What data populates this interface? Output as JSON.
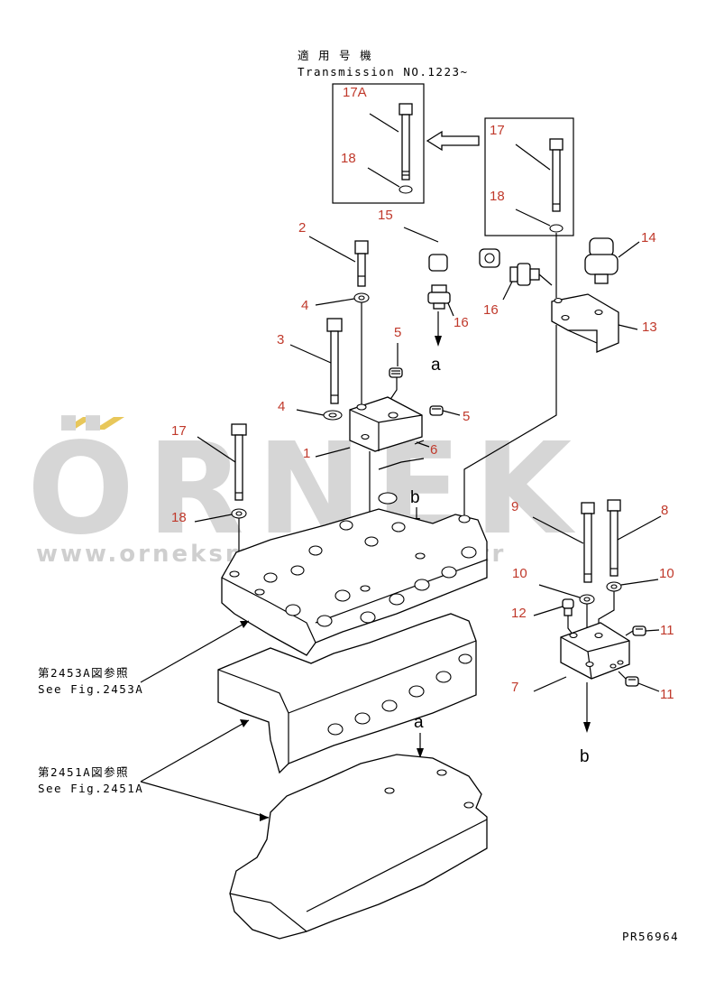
{
  "applicability": {
    "title_jp": "適 用 号 機",
    "title_en": "Transmission NO.1223~"
  },
  "callouts": [
    {
      "id": "17A"
    },
    {
      "id": "18"
    },
    {
      "id": "17"
    },
    {
      "id": "18"
    },
    {
      "id": "15"
    },
    {
      "id": "2"
    },
    {
      "id": "14"
    },
    {
      "id": "4"
    },
    {
      "id": "16"
    },
    {
      "id": "16"
    },
    {
      "id": "13"
    },
    {
      "id": "3"
    },
    {
      "id": "5"
    },
    {
      "id": "4"
    },
    {
      "id": "5"
    },
    {
      "id": "1"
    },
    {
      "id": "6"
    },
    {
      "id": "17"
    },
    {
      "id": "18"
    },
    {
      "id": "9"
    },
    {
      "id": "8"
    },
    {
      "id": "10"
    },
    {
      "id": "10"
    },
    {
      "id": "12"
    },
    {
      "id": "11"
    },
    {
      "id": "7"
    },
    {
      "id": "11"
    }
  ],
  "flow_labels": {
    "a_top": "a",
    "b_top": "b",
    "a_bottom": "a",
    "b_bottom": "b"
  },
  "references": [
    {
      "jp": "第2453A図参照",
      "en": "See Fig.2453A"
    },
    {
      "jp": "第2451A図参照",
      "en": "See Fig.2451A"
    }
  ],
  "drawing_number": "PR56964",
  "watermark": {
    "brand": "ÖRNEK",
    "url": "www.orneksmakinalari.com.tr",
    "accent_color": "#e8c75a",
    "text_color": "#d6d6d6"
  },
  "colors": {
    "callout": "#c0392b",
    "line": "#000000",
    "background": "#ffffff"
  }
}
